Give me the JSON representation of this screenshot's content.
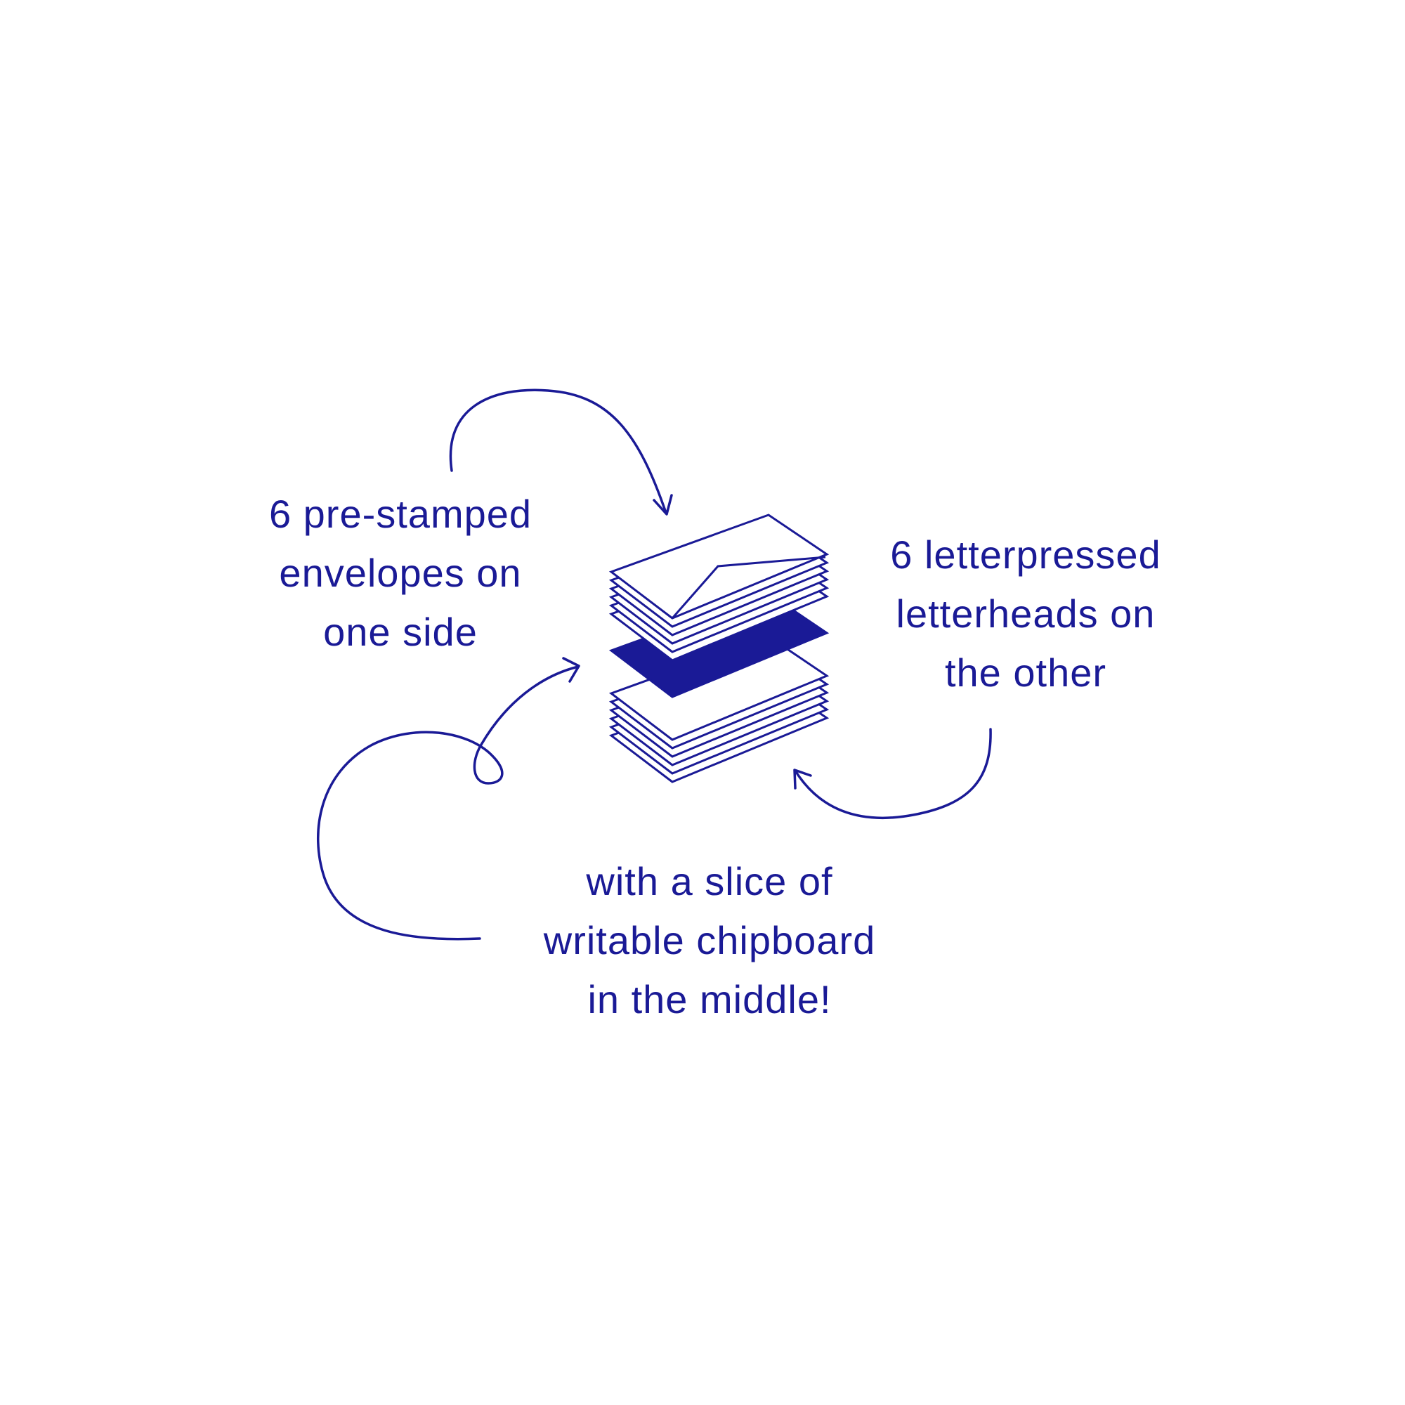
{
  "colors": {
    "ink": "#1a1a96",
    "background": "#ffffff"
  },
  "captions": {
    "envelopes": {
      "line1": "6 pre-stamped",
      "line2": "envelopes on",
      "line3": "one side"
    },
    "letterheads": {
      "line1": "6 letterpressed",
      "line2": "letterheads on",
      "line3": "the other"
    },
    "chipboard": {
      "line1": "with a slice of",
      "line2": "writable chipboard",
      "line3": "in the middle!"
    }
  },
  "illustration": {
    "envelope_count": 6,
    "letterhead_count": 6,
    "chipboard_count": 1
  }
}
